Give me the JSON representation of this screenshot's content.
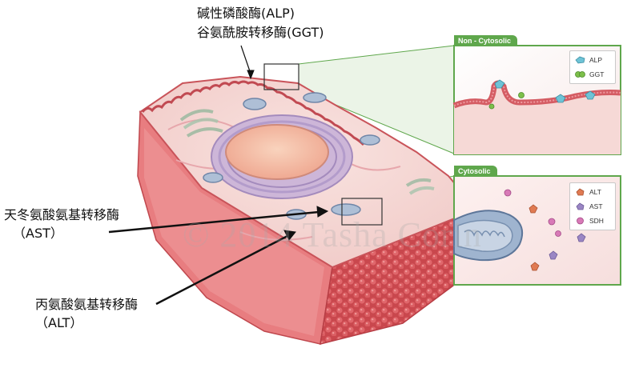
{
  "labels": {
    "top_line1": "碱性磷酸酶(ALP)",
    "top_line2": "谷氨酰胺转移酶(GGT)",
    "ast_line1": "天冬氨酸氨基转移酶",
    "ast_line2": "（AST）",
    "alt_line1": "丙氨酸氨基转移酶",
    "alt_line2": "（ALT）"
  },
  "panels": {
    "non_cytosolic": {
      "title": "Non - Cytosolic",
      "legend": [
        {
          "label": "ALP",
          "icon": "alp-blue-crystal-icon",
          "color": "#6ec3d6"
        },
        {
          "label": "GGT",
          "icon": "ggt-green-blob-icon",
          "color": "#7cbf4a"
        }
      ]
    },
    "cytosolic": {
      "title": "Cytosolic",
      "legend": [
        {
          "label": "ALT",
          "icon": "alt-orange-crystal-icon",
          "color": "#e07a52"
        },
        {
          "label": "AST",
          "icon": "ast-purple-crystal-icon",
          "color": "#9a86c4"
        },
        {
          "label": "SDH",
          "icon": "sdh-pink-blob-icon",
          "color": "#d879b7"
        }
      ]
    }
  },
  "watermark": "© 2014 Tasha Corin",
  "colors": {
    "panel_border": "#5fa74c",
    "cell_membrane": "#d9636b",
    "cell_cytoplasm": "#f6dcd9",
    "nucleus": "#f3b7a0",
    "golgi": "#b8a2c9",
    "mitochondria": "#8fa8c6"
  }
}
